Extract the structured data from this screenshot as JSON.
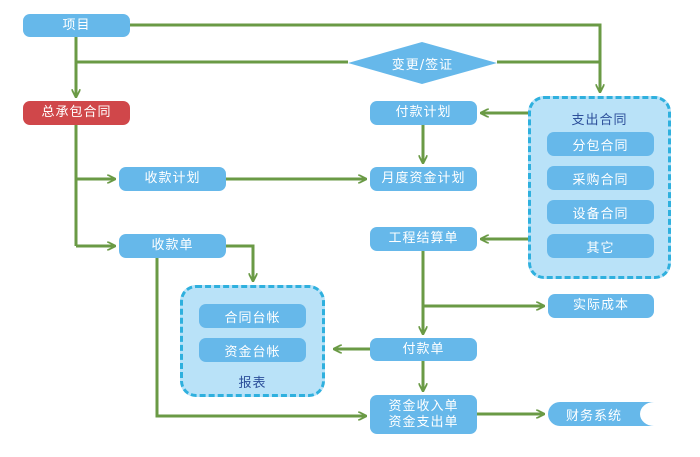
{
  "colors": {
    "node": "#66b8ea",
    "node_highlight": "#d0474a",
    "group_fill": "#b9e2f8",
    "group_border": "#2fb0de",
    "group_title": "#2c4f9a",
    "connector": "#6a9a45",
    "text": "#ffffff"
  },
  "nodes": {
    "project": "项目",
    "general_contract": "总承包合同",
    "change_visa": "变更/签证",
    "receipt_plan": "收款计划",
    "receipt_slip": "收款单",
    "payment_plan": "付款计划",
    "monthly_fund_plan": "月度资金计划",
    "settlement_slip": "工程结算单",
    "payment_slip": "付款单",
    "fund_income_slip": "资金收入单",
    "fund_expense_slip": "资金支出单",
    "actual_cost": "实际成本",
    "finance_system": "财务系统"
  },
  "groups": {
    "expense_contracts": {
      "title": "支出合同",
      "items": [
        "分包合同",
        "采购合同",
        "设备合同",
        "其它"
      ]
    },
    "reports": {
      "title": "报表",
      "items": [
        "合同台帐",
        "资金台帐"
      ]
    }
  }
}
